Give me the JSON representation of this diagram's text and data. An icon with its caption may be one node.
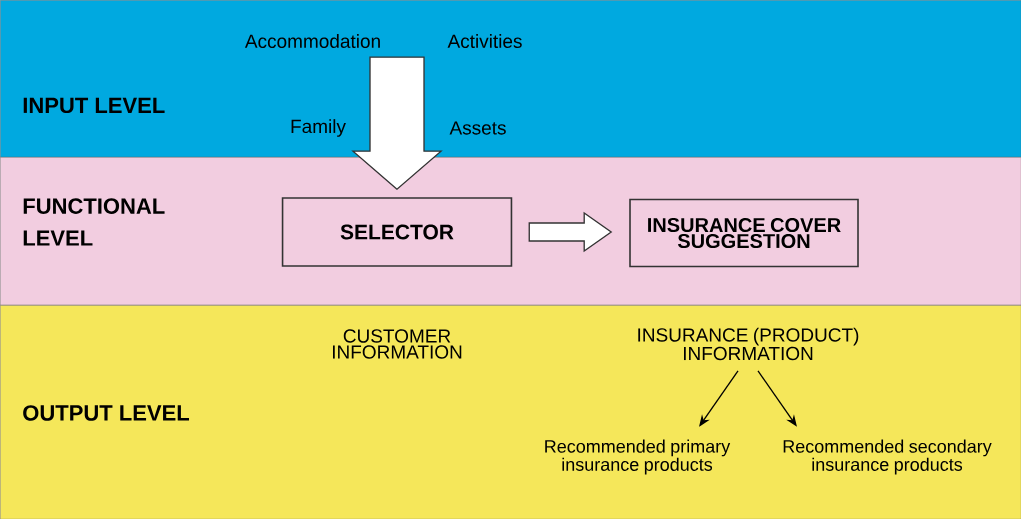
{
  "diagram": {
    "nodes": [
      {
        "text": [
          "INPUT LEVEL"
        ]
      },
      {
        "text": [
          "FUNCTIONAL LEVEL"
        ]
      },
      {
        "text": [
          "OUTPUT LEVEL"
        ]
      },
      {
        "text": [
          "SELECTOR"
        ],
        "in": 1
      },
      {
        "text": [
          "INSURANCE COVER SUGGESTION"
        ],
        "in": 1
      },
      {
        "text": [
          "CUSTOMER INFORMATION"
        ],
        "in": 2
      },
      {
        "text": [
          "INSURANCE (PRODUCT) INFORMATION"
        ],
        "in": 2
      },
      {
        "text": [
          "Recommended primary insurance products"
        ],
        "in": 2
      },
      {
        "text": [
          "Recommended secondary insurance products"
        ],
        "in": 2
      }
    ],
    "edges": [
      {
        "from": 0,
        "to": 3,
        "arrow": "to"
      },
      {
        "from": 3,
        "to": 4,
        "arrow": "to"
      },
      {
        "from": 6,
        "to": 7,
        "arrow": "to"
      },
      {
        "from": 6,
        "to": 8,
        "arrow": "to"
      }
    ],
    "labels": [
      "Accommodation",
      "Activities",
      "Family",
      "Assets"
    ]
  }
}
